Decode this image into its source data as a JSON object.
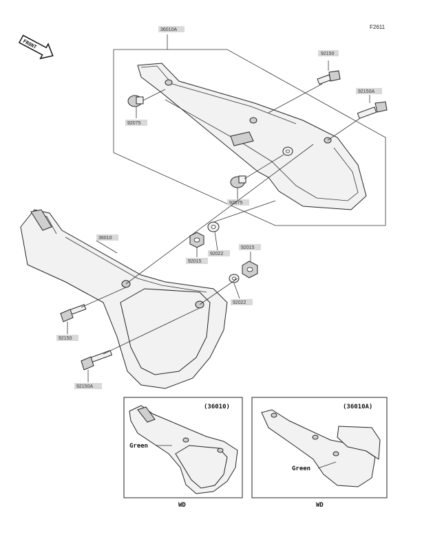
{
  "figure_code": "F2611",
  "front_arrow": "FRONT",
  "parts": {
    "p36010A": "36010A",
    "p92150": "92150",
    "p92150A_top": "92150A",
    "p92075_left": "92075",
    "p92075_right": "92075",
    "p36010": "36010",
    "p92015_left": "92015",
    "p92022_top": "92022",
    "p92015_right": "92015",
    "p92022_bottom": "92022",
    "p92150_left": "92150",
    "p92150A_bottom": "92150A"
  },
  "insets": {
    "left": {
      "title": "(36010)",
      "color_note": "Green",
      "model": "WD"
    },
    "right": {
      "title": "(36010A)",
      "color_note": "Green",
      "model": "WD"
    }
  }
}
